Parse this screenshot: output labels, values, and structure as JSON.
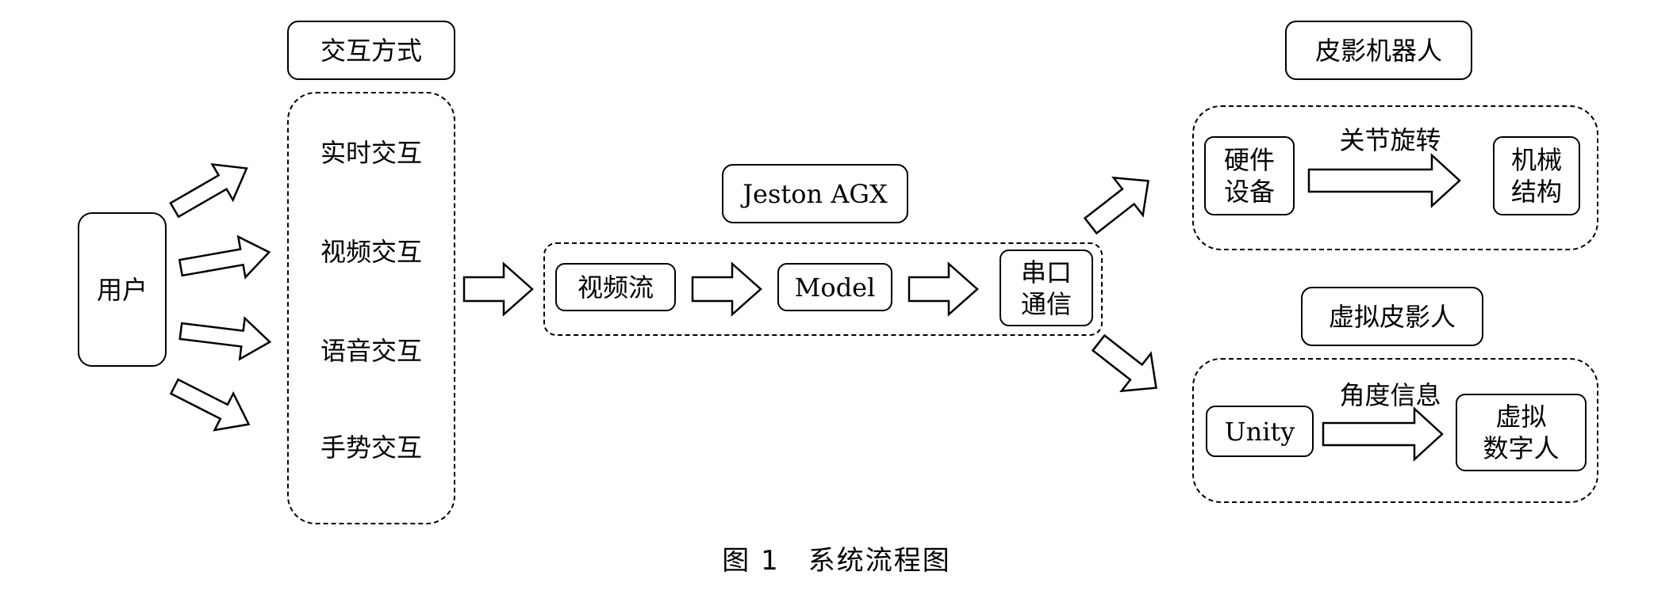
{
  "user": "用户",
  "interaction": {
    "title": "交互方式",
    "items": [
      "实时交互",
      "视频交互",
      "语音交互",
      "手势交互"
    ]
  },
  "jetson": {
    "title": "Jeston AGX",
    "stages": {
      "video_stream": "视频流",
      "model": "Model",
      "serial_line1": "串口",
      "serial_line2": "通信"
    }
  },
  "robot": {
    "title": "皮影机器人",
    "hardware_line1": "硬件",
    "hardware_line2": "设备",
    "arrow_label": "关节旋转",
    "mechanical_line1": "机械",
    "mechanical_line2": "结构"
  },
  "virtual": {
    "title": "虚拟皮影人",
    "unity": "Unity",
    "arrow_label": "角度信息",
    "digital_line1": "虚拟",
    "digital_line2": "数字人"
  },
  "caption": "图 1　系统流程图"
}
